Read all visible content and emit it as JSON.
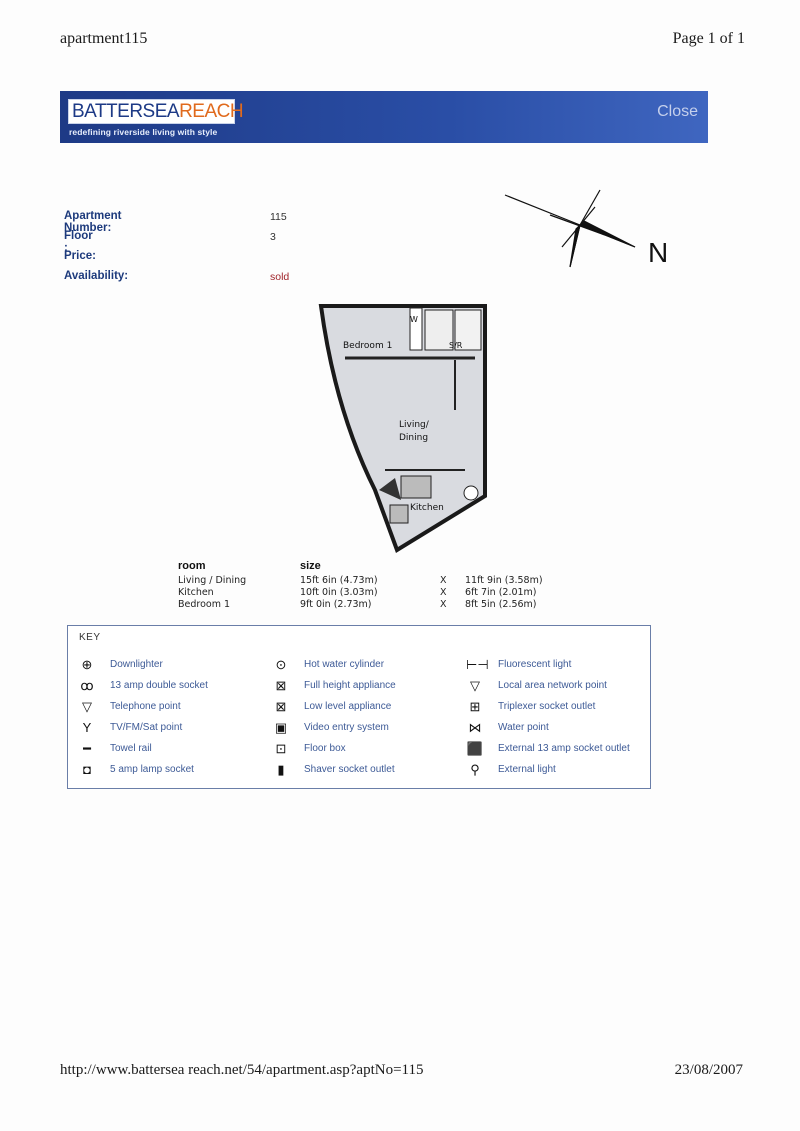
{
  "print_header": {
    "left": "apartment115",
    "right": "Page 1 of 1"
  },
  "print_footer": {
    "url": "http://www.battersea reach.net/54/apartment.asp?aptNo=115",
    "date": "23/08/2007"
  },
  "banner": {
    "logo_part1": "BATTERSEA",
    "logo_part2": "REACH",
    "tagline": "redefining riverside living with style",
    "close_label": "Close"
  },
  "info": {
    "apartment_number_label": "Apartment Number:",
    "apartment_number": "115",
    "floor_label": "Floor :",
    "floor": "3",
    "price_label": "Price:",
    "price": "",
    "availability_label": "Availability:",
    "availability": "sold"
  },
  "compass": {
    "north_label": "N"
  },
  "plan": {
    "rooms": [
      "Bedroom 1",
      "Living/",
      "Dining",
      "Kitchen"
    ],
    "fixtures": [
      "W",
      "S/R"
    ]
  },
  "sizes": {
    "room_header": "room",
    "size_header": "size",
    "rows": [
      {
        "room": "Living / Dining",
        "size1": "15ft 6in (4.73m)",
        "x": "X",
        "size2": "11ft 9in (3.58m)"
      },
      {
        "room": "Kitchen",
        "size1": "10ft 0in (3.03m)",
        "x": "X",
        "size2": "6ft 7in (2.01m)"
      },
      {
        "room": "Bedroom 1",
        "size1": "9ft 0in (2.73m)",
        "x": "X",
        "size2": "8ft 5in (2.56m)"
      }
    ]
  },
  "key": {
    "title": "KEY",
    "items": [
      {
        "icon": "downlighter-icon",
        "glyph": "⊕",
        "label": "Downlighter"
      },
      {
        "icon": "double-socket-icon",
        "glyph": "ꝏ",
        "label": "13 amp double socket"
      },
      {
        "icon": "telephone-point-icon",
        "glyph": "▽",
        "label": "Telephone point"
      },
      {
        "icon": "tv-fm-sat-icon",
        "glyph": "Y",
        "label": "TV/FM/Sat point"
      },
      {
        "icon": "towel-rail-icon",
        "glyph": "━",
        "label": "Towel rail"
      },
      {
        "icon": "lamp-socket-icon",
        "glyph": "◘",
        "label": "5 amp lamp socket"
      },
      {
        "icon": "hot-water-cylinder-icon",
        "glyph": "⊙",
        "label": "Hot water cylinder"
      },
      {
        "icon": "full-height-appliance-icon",
        "glyph": "⊠",
        "label": "Full height appliance"
      },
      {
        "icon": "low-level-appliance-icon",
        "glyph": "⊠",
        "label": "Low level appliance"
      },
      {
        "icon": "video-entry-icon",
        "glyph": "▣",
        "label": "Video entry system"
      },
      {
        "icon": "floor-box-icon",
        "glyph": "⊡",
        "label": "Floor box"
      },
      {
        "icon": "shaver-socket-icon",
        "glyph": "▮",
        "label": "Shaver socket outlet"
      },
      {
        "icon": "fluorescent-light-icon",
        "glyph": "⊢⊣",
        "label": "Fluorescent light"
      },
      {
        "icon": "lan-point-icon",
        "glyph": "▽",
        "label": "Local area network point"
      },
      {
        "icon": "triplexer-socket-icon",
        "glyph": "⊞",
        "label": "Triplexer socket outlet"
      },
      {
        "icon": "water-point-icon",
        "glyph": "⋈",
        "label": "Water point"
      },
      {
        "icon": "external-socket-icon",
        "glyph": "⬛",
        "label": "External 13 amp socket outlet"
      },
      {
        "icon": "external-light-icon",
        "glyph": "⚲",
        "label": "External light"
      }
    ]
  }
}
